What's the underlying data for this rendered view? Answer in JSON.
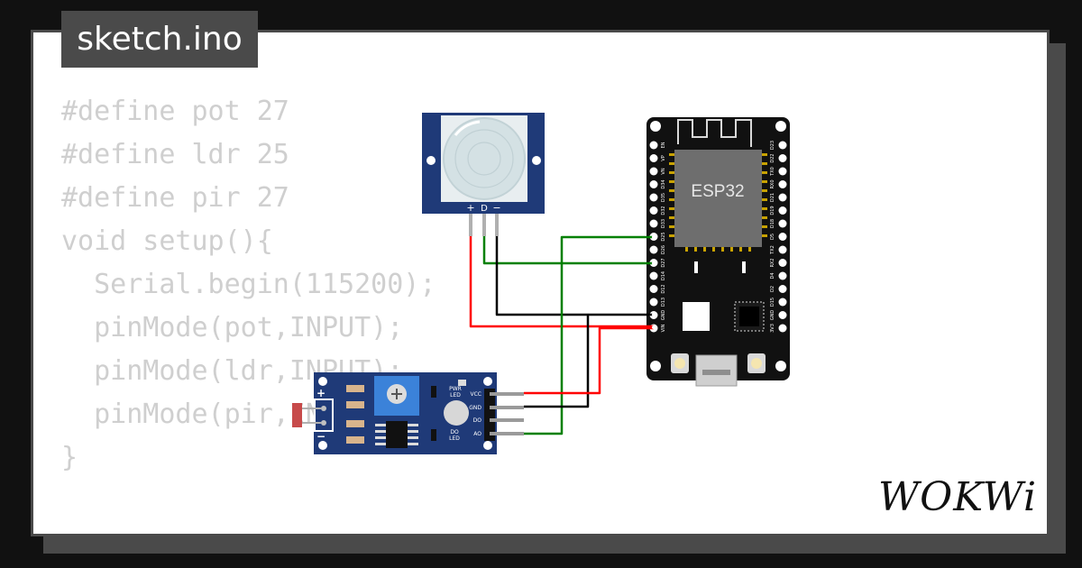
{
  "file_tab": {
    "title": "sketch.ino"
  },
  "code": {
    "lines": [
      "#define pot 27",
      "#define ldr 25",
      "#define pir 27",
      "",
      "void setup(){",
      "  Serial.begin(115200);",
      "  pinMode(pot,INPUT);",
      "  pinMode(ldr,INPUT);",
      "  pinMode(pir,INPUT);",
      "}"
    ]
  },
  "pir_sensor": {
    "pin_labels": [
      "+",
      "D",
      "−"
    ]
  },
  "esp32": {
    "chip_label": "ESP32",
    "left_pins": [
      "EN",
      "VP",
      "VN",
      "D34",
      "D35",
      "D32",
      "D33",
      "D25",
      "D26",
      "D27",
      "D14",
      "D12",
      "D13",
      "GND",
      "VIN"
    ],
    "right_pins": [
      "D23",
      "D22",
      "TX0",
      "RX0",
      "D21",
      "D19",
      "D18",
      "D5",
      "TX2",
      "RX2",
      "D4",
      "D2",
      "D15",
      "GND",
      "3V3"
    ]
  },
  "ldr_module": {
    "pwr_led_label": [
      "PWR",
      "LED"
    ],
    "do_led_label": [
      "DO",
      "LED"
    ],
    "pins": [
      "VCC",
      "GND",
      "DO",
      "AO"
    ],
    "plus": "+",
    "minus": "−"
  },
  "brand": {
    "logo_text": "WOKWi"
  },
  "colors": {
    "background": "#111111",
    "card": "#ffffff",
    "frame": "#4a4a4a",
    "code_text": "#cfcfcf",
    "pcb_blue": "#1f3a78",
    "wire_red": "#ff0000",
    "wire_green": "#008000",
    "wire_black": "#000000"
  }
}
